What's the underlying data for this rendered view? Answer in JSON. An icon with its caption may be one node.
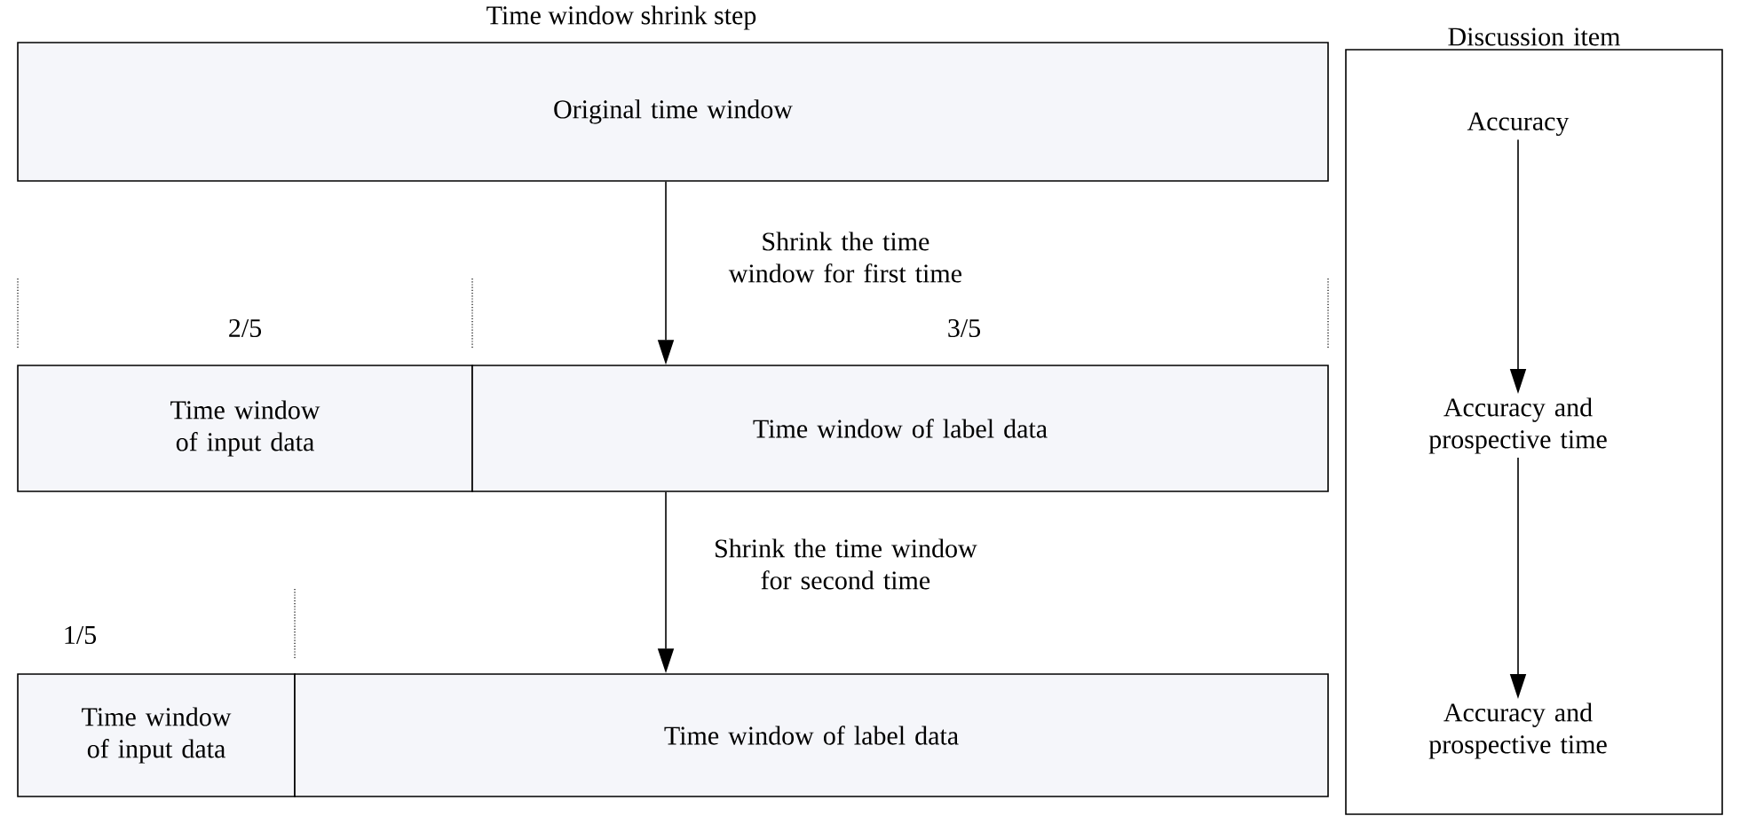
{
  "diagram": {
    "nodes": [
      {
        "text": [
          "Original time window"
        ]
      },
      {
        "text": [
          "Time window of input data"
        ]
      },
      {
        "text": [
          "Time window of label data"
        ]
      },
      {
        "text": [
          "Time window of input data"
        ]
      },
      {
        "text": [
          "Time window of label data"
        ]
      },
      {
        "text": [
          "Discussion item"
        ]
      },
      {
        "text": [
          "Accuracy"
        ],
        "in": 5
      },
      {
        "text": [
          "Accuracy and prospective time"
        ],
        "in": 5
      },
      {
        "text": [
          "Accuracy and prospective time"
        ],
        "in": 5
      }
    ],
    "edges": [
      {
        "from": 0,
        "to": 2,
        "arrow": "to",
        "label": "Shrink the time window for first time"
      },
      {
        "from": 2,
        "to": 4,
        "arrow": "to",
        "label": "Shrink the time window for second time"
      },
      {
        "from": 6,
        "to": 7,
        "arrow": "to"
      },
      {
        "from": 7,
        "to": 8,
        "arrow": "to"
      }
    ],
    "labels": [
      "Time window shrink step",
      "2/5",
      "3/5",
      "1/5"
    ]
  }
}
